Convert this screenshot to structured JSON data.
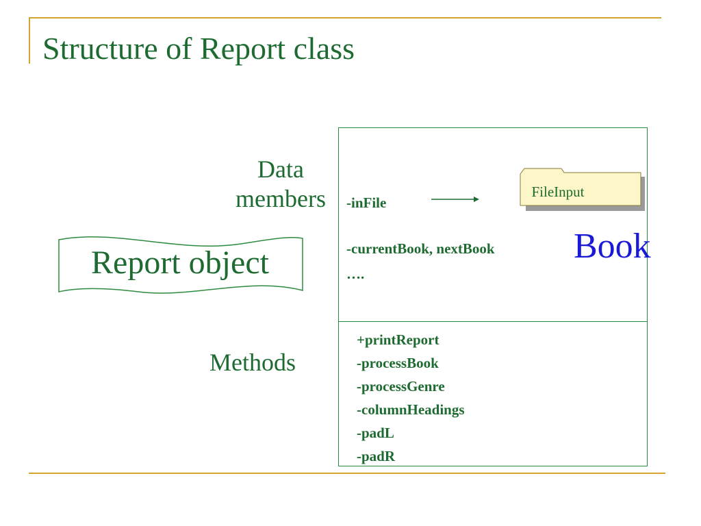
{
  "slide": {
    "title": "Structure of Report class"
  },
  "labels": {
    "data_members_line1": "Data",
    "data_members_line2": "members",
    "methods": "Methods",
    "report_object": "Report object"
  },
  "data_members": {
    "in_file": "-inFile",
    "current_book": "-currentBook, nextBook",
    "ellipsis": "…."
  },
  "file_input": {
    "label": "FileInput"
  },
  "book": {
    "label": "Book"
  },
  "methods": [
    "+printReport",
    "-processBook",
    "-processGenre",
    "-columnHeadings",
    "-padL",
    "-padR"
  ],
  "colors": {
    "text_green": "#1e6b32",
    "accent_gold": "#d4a431",
    "book_blue": "#1a1ad6",
    "note_fill": "#fdf6c8",
    "note_shadow": "#9a9a9a",
    "box_border": "#2e8a3e"
  }
}
